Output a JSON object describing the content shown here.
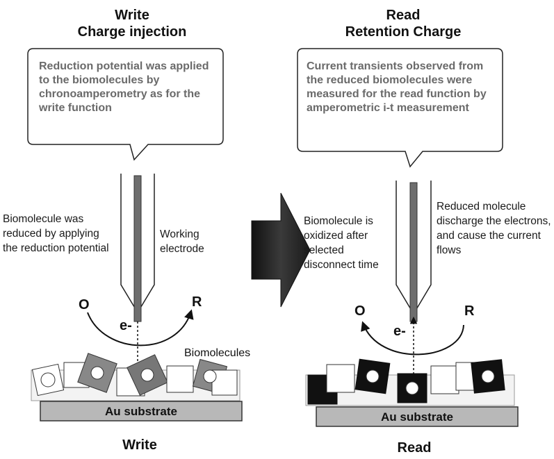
{
  "write_panel": {
    "title_line1": "Write",
    "title_line2": "Charge injection",
    "bubble_text": "Reduction potential was applied to the biomolecules by chronoamperometry as for the write function",
    "left_desc": "Biomolecule was reduced by applying the reduction potential",
    "electrode_label": "Working electrode",
    "o_label": "O",
    "r_label": "R",
    "electron_label": "e-",
    "biomolecules_label": "Biomolecules",
    "substrate_label": "Au substrate",
    "footer": "Write"
  },
  "read_panel": {
    "title_line1": "Read",
    "title_line2": "Retention Charge",
    "bubble_text": "Current transients observed from the reduced biomolecules were measured for the read function by amperometric i-t measurement",
    "left_desc": "Biomolecule is oxidized after selected disconnect time",
    "right_desc": "Reduced molecule discharge the electrons, and cause the current flows",
    "o_label": "O",
    "r_label": "R",
    "electron_label": "e-",
    "substrate_label": "Au substrate",
    "footer": "Read"
  },
  "colors": {
    "bubble_text": "#6a6a6a",
    "electrode_rod": "#6e6e6e",
    "substrate_fill": "#b8b8b8",
    "big_arrow": "#2b2b2b"
  }
}
